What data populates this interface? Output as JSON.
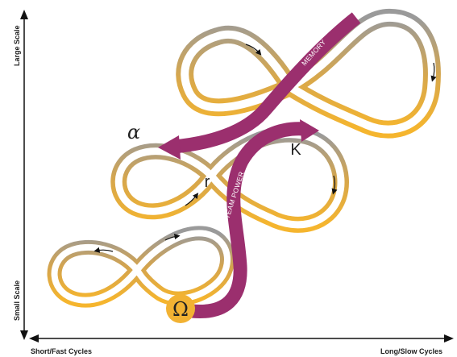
{
  "axes": {
    "y_top_label": "Large Scale",
    "y_bottom_label": "Small Scale",
    "x_left_label": "Short/Fast Cycles",
    "x_right_label": "Long/Slow Cycles"
  },
  "loops": {
    "alpha": "α",
    "r": "r",
    "k": "K",
    "omega": "Ω"
  },
  "arrows": {
    "memory": "MEMORY",
    "team_power": "TEAM POWER"
  },
  "colors": {
    "ribbon_gold": "#F2B233",
    "ribbon_grey": "#9A9A9A",
    "arrow_magenta": "#9B2F6E",
    "omega_circle": "#F2B233"
  }
}
